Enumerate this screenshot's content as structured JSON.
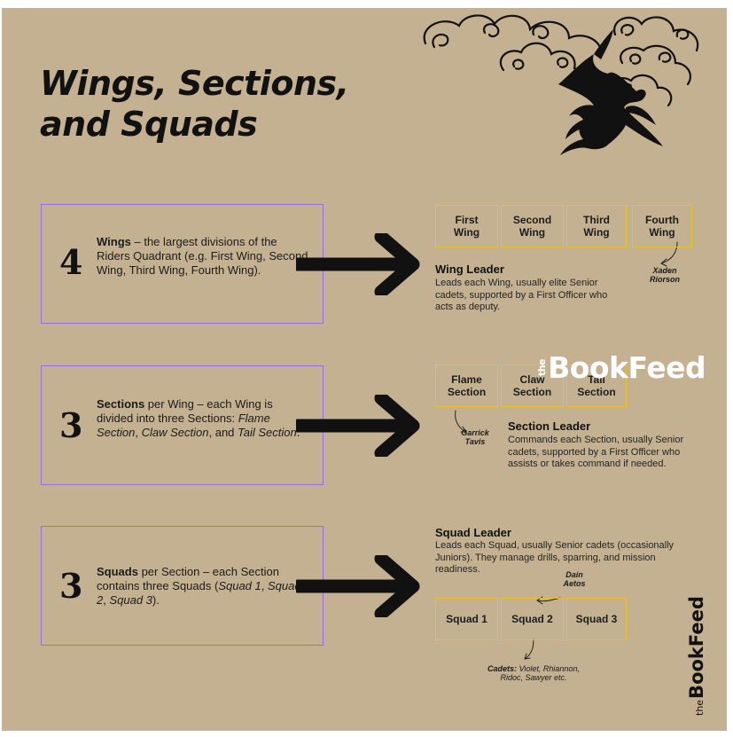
{
  "title_lines": [
    "Wings, Sections,",
    "and Squads"
  ],
  "rows": [
    {
      "number": "4",
      "lead": "Wings",
      "text": " – the largest divisions of the Riders Quadrant (e.g. First Wing, Second Wing, Third Wing, Fourth Wing).",
      "units": [
        [
          "First",
          "Wing"
        ],
        [
          "Second",
          "Wing"
        ],
        [
          "Third",
          "Wing"
        ],
        [
          "Fourth",
          "Wing"
        ]
      ],
      "leader_title": "Wing Leader",
      "leader_desc": "Leads each Wing, usually elite Senior cadets, supported by a First Officer who acts as deputy.",
      "note": "Xaden\nRiorson"
    },
    {
      "number": "3",
      "lead": "Sections",
      "text_a": " per Wing – each Wing is divided into three Sections: ",
      "italic_1": "Flame Section",
      "sep_1": ", ",
      "italic_2": "Claw Section",
      "sep_2": ", and ",
      "italic_3": "Tail Section",
      "end": ".",
      "units": [
        [
          "Flame",
          "Section"
        ],
        [
          "Claw",
          "Section"
        ],
        [
          "Tail",
          "Section"
        ]
      ],
      "leader_title": "Section Leader",
      "leader_desc": "Commands each Section, usually Senior cadets, supported by a First Officer who assists or takes command if needed.",
      "note": "Garrick\nTavis"
    },
    {
      "number": "3",
      "lead": "Squads",
      "text_a": " per Section – each Section contains three Squads (",
      "italic_1": "Squad 1",
      "sep_1": ", ",
      "italic_2": "Squad 2",
      "sep_2": ", ",
      "italic_3": "Squad 3",
      "end": ").",
      "units": [
        "Squad 1",
        "Squad 2",
        "Squad 3"
      ],
      "leader_title": "Squad Leader",
      "leader_desc": "Leads each Squad, usually Senior cadets (occasionally Juniors). They manage drills, sparring, and mission readiness.",
      "note": "Dain\nAetos",
      "cadets_label": "Cadets:",
      "cadets_text": " Violet, Rhiannon,\nRidoc, Sawyer etc."
    }
  ],
  "watermark": {
    "the": "the",
    "name": "BookFeed"
  },
  "logo": {
    "the": "the",
    "name": "BookFeed"
  },
  "colors": {
    "background": "#c4b191",
    "box_border": "#9b6ce0",
    "unit_border": "#e7c02a",
    "ink": "#111111"
  },
  "icons": [
    "dragon-icon",
    "cloud-swirl-icon",
    "arrow-right-icon"
  ]
}
